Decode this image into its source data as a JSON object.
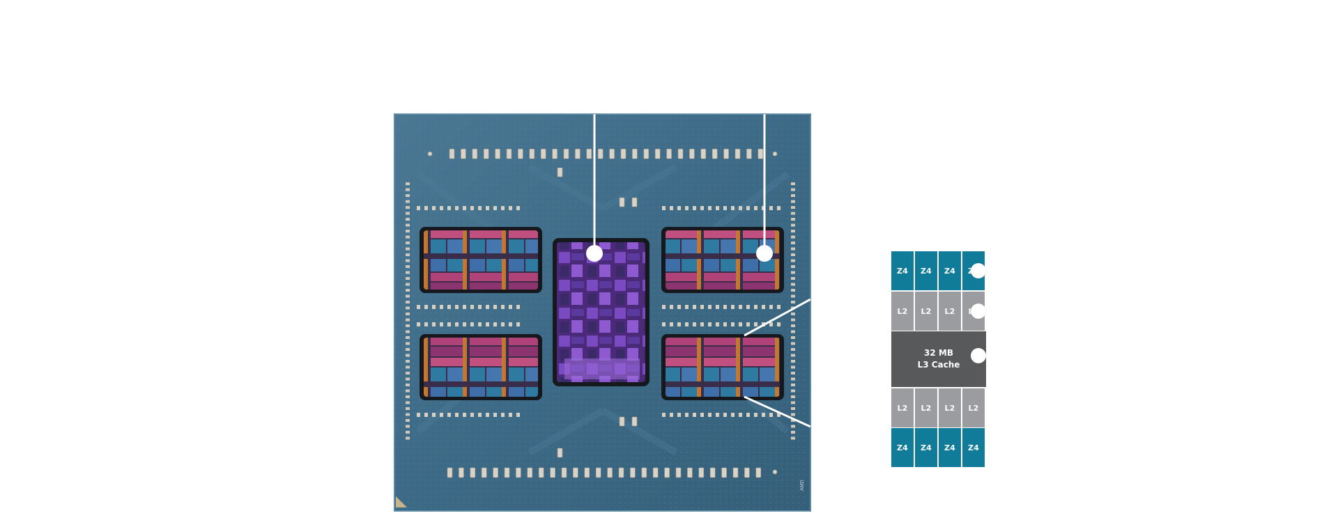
{
  "ccd_diagram": {
    "top_cores": [
      "Z4",
      "Z4",
      "Z4",
      "Z4"
    ],
    "top_l2": [
      "L2",
      "L2",
      "L2",
      "L2"
    ],
    "l3_cache": {
      "line1": "32 MB",
      "line2": "L3 Cache"
    },
    "bottom_l2": [
      "L2",
      "L2",
      "L2",
      "L2"
    ],
    "bottom_cores": [
      "Z4",
      "Z4",
      "Z4",
      "Z4"
    ]
  },
  "package_marking": "AMD",
  "colors": {
    "core": "#107c99",
    "l2": "#9a9c9f",
    "l3": "#58595b",
    "substrate": "#3f6b86",
    "io_die": "#6a3fb0"
  }
}
